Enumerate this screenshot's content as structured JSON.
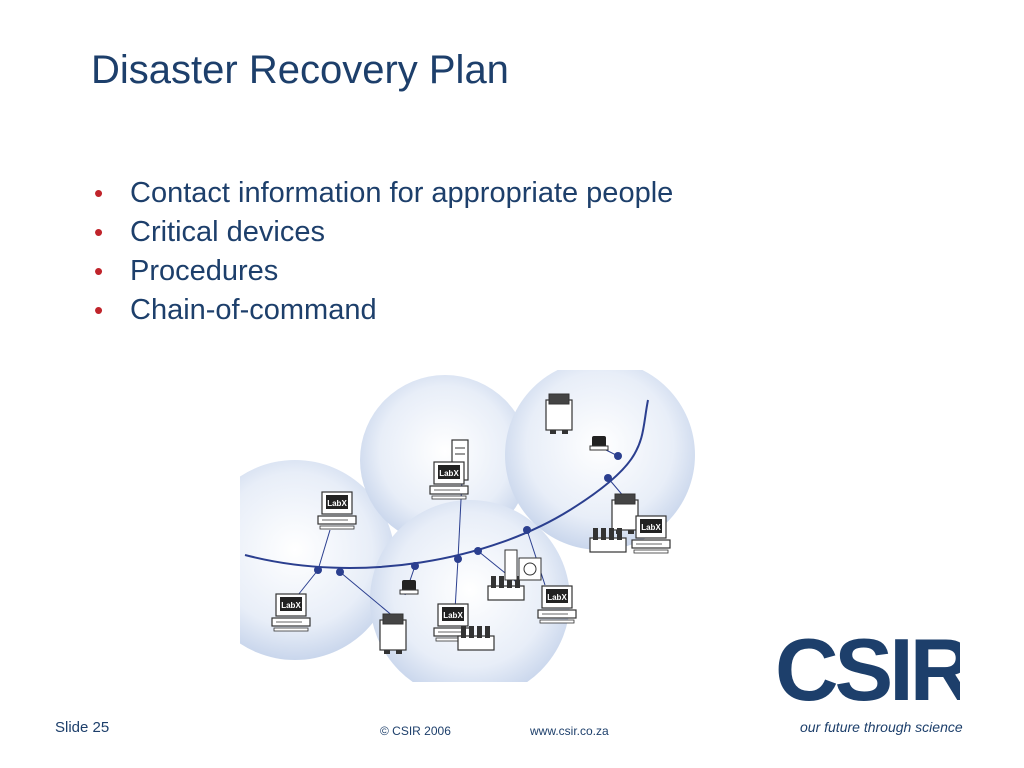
{
  "slide": {
    "title": "Disaster Recovery Plan",
    "bullets": [
      "Contact information for appropriate people",
      "Critical devices",
      "Procedures",
      "Chain-of-command"
    ]
  },
  "diagram": {
    "device_label": "LabX"
  },
  "logo": {
    "text": "CSIR",
    "tagline": "our future through science"
  },
  "footer": {
    "slide_number": "Slide 25",
    "copyright": "© CSIR  2006",
    "url": "www.csir.co.za"
  },
  "colors": {
    "title": "#1d3f6b",
    "bullet": "#c0242b",
    "network_line": "#2b3f8f",
    "logo": "#1d3f6b"
  }
}
